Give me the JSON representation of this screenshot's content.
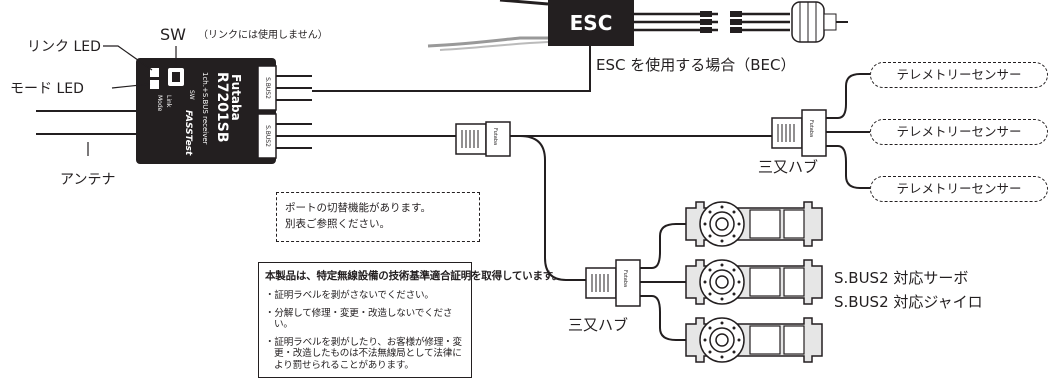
{
  "receiver": {
    "brand": "Futaba",
    "model": "R7201SB",
    "subtitle": "1ch.+S.BUS receiver",
    "fasst": "FASSTest",
    "link_label": "Link",
    "mode_label": "Mode",
    "sw_label": "SW",
    "port_top": "S.BUS2",
    "port_bottom": "S.BUS2"
  },
  "labels": {
    "sw": "SW",
    "sw_note": "（リンクには使用しません）",
    "link_led": "リンク LED",
    "mode_led": "モード LED",
    "antenna": "アンテナ",
    "esc": "ESC",
    "esc_caption": "ESC を使用する場合（BEC）",
    "hub1": "三又ハブ",
    "hub2": "三又ハブ",
    "hub_brand": "Futaba",
    "servo_line1": "S.BUS2 対応サーボ",
    "servo_line2": "S.BUS2 対応ジャイロ"
  },
  "sensors": [
    "テレメトリーセンサー",
    "テレメトリーセンサー",
    "テレメトリーセンサー"
  ],
  "port_note": {
    "line1": "ポートの切替機能があります。",
    "line2": "別表ご参照ください。"
  },
  "notice": {
    "title": "本製品は、特定無線設備の技術基準適合証明を取得しています。",
    "items": [
      "・証明ラベルを剥がさないでください。",
      "・分解して修理・変更・改造しないでください。",
      "・証明ラベルを剥がしたり、お客様が修理・変更・改造したものは不法無線局として法律により罰せられることがあります。"
    ]
  },
  "colors": {
    "line": "#231f20",
    "esc_body": "#231f20",
    "power_wire": "#8a8a8a",
    "servo_fill": "#e6e6e6"
  }
}
